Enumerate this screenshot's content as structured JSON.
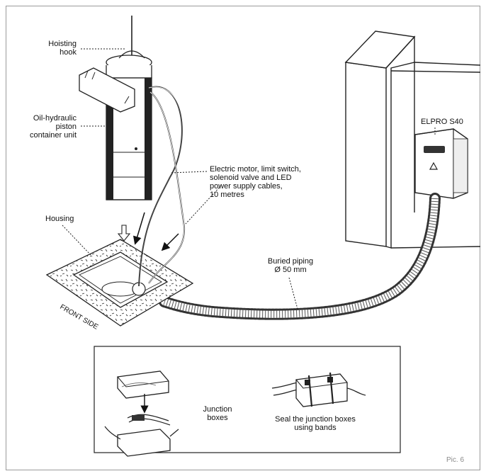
{
  "labels": {
    "hoisting_hook": "Hoisting\nhook",
    "piston_unit": "Oil-hydraulic\npiston\ncontainer unit",
    "cables": "Electric motor, limit switch,\nsolenoid valve and LED\npower supply cables,\n10 metres",
    "housing": "Housing",
    "front_side": "FRONT SIDE",
    "buried_piping": "Buried piping\nØ 50 mm",
    "controller": "ELPRO S40",
    "junction_boxes": "Junction\nboxes",
    "seal_boxes": "Seal the junction boxes\nusing bands",
    "pic_number": "Pic. 6"
  }
}
